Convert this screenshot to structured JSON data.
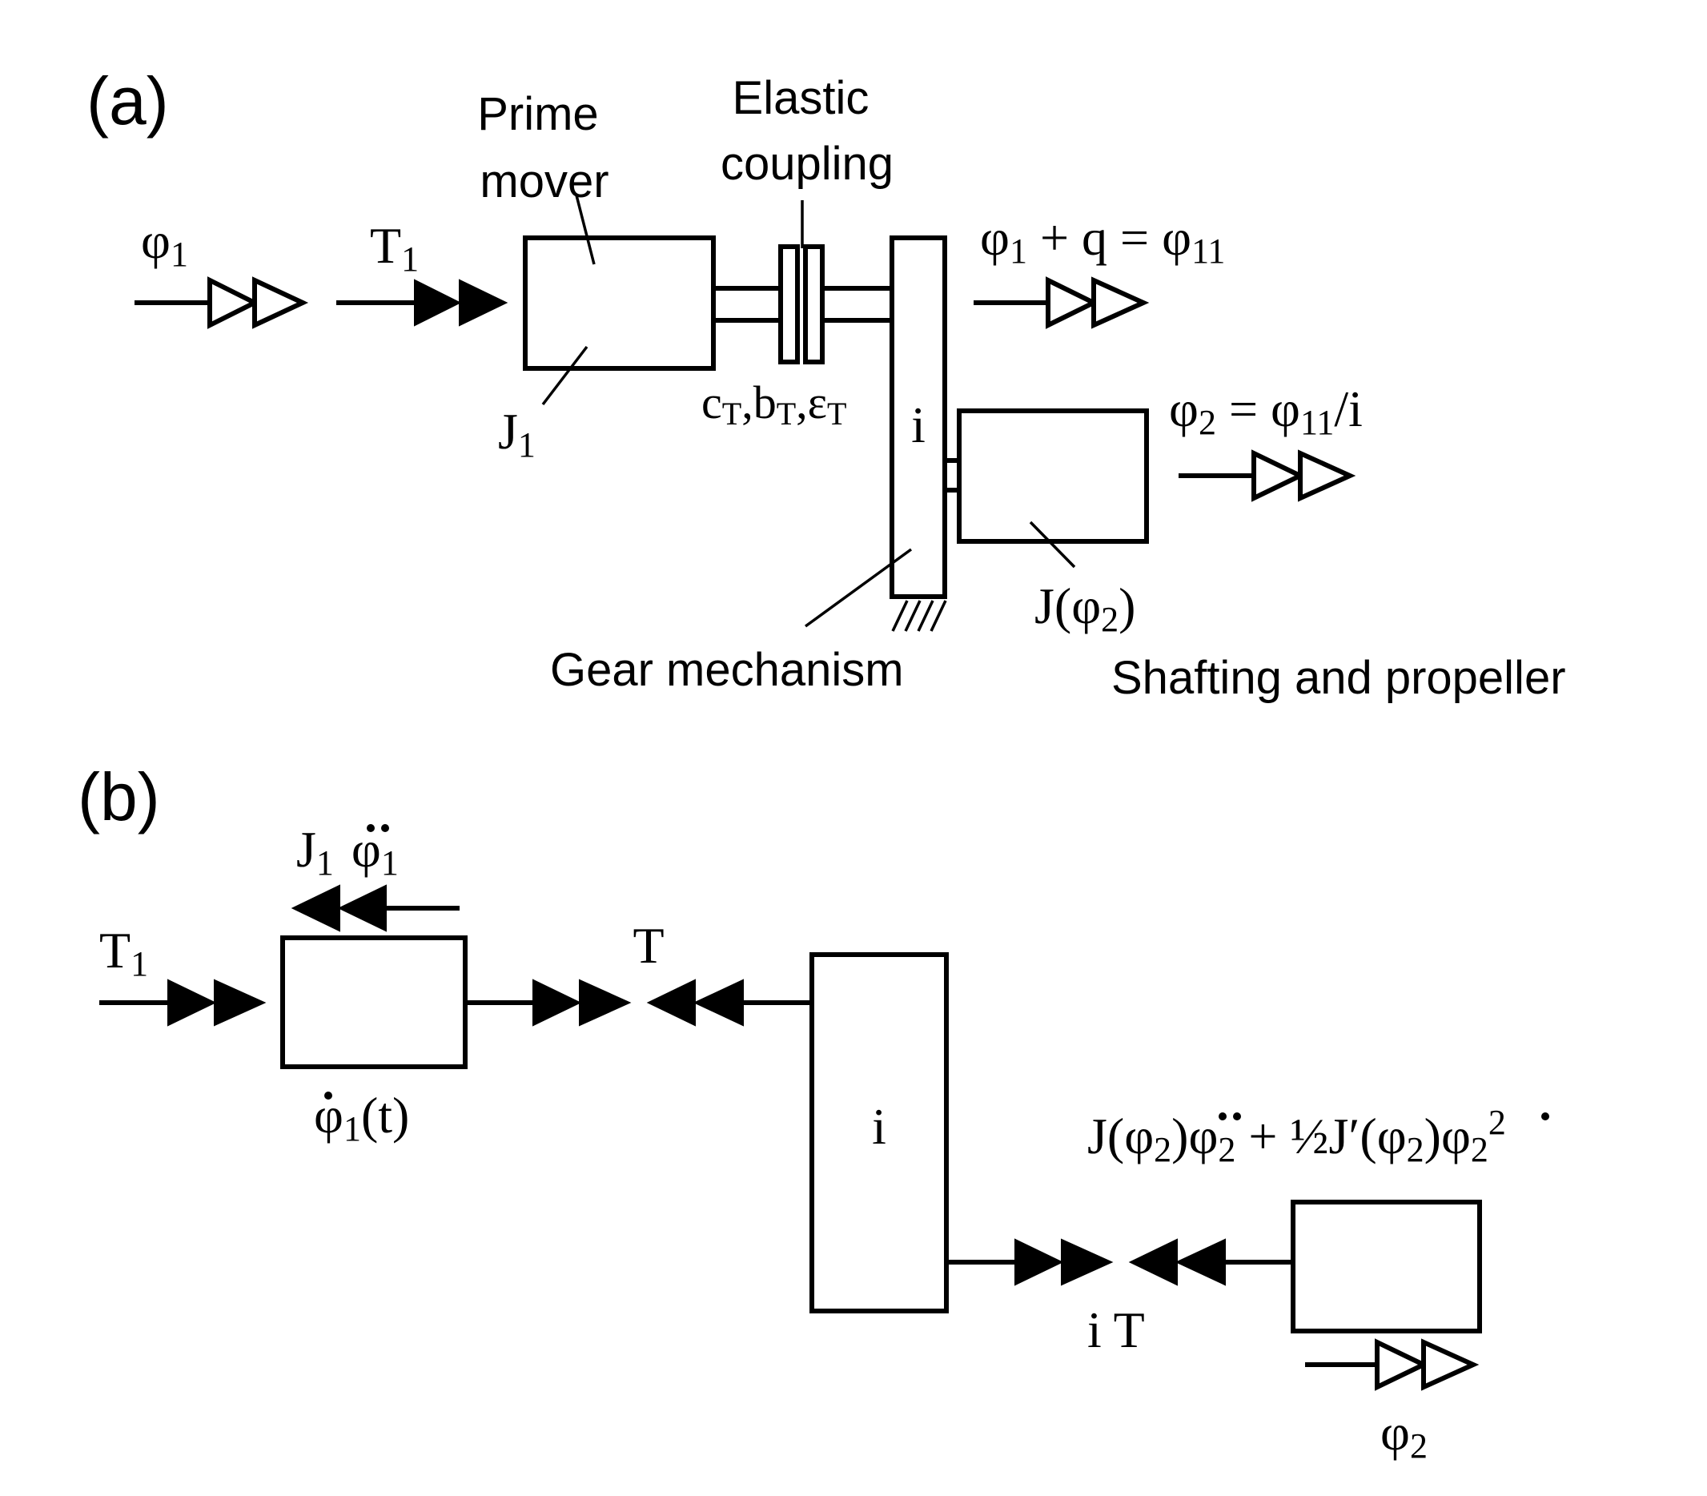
{
  "panel_a": {
    "label": "(a)",
    "prime_mover_label": [
      "Prime",
      "mover"
    ],
    "elastic_coupling_label": [
      "Elastic",
      "coupling"
    ],
    "phi1": "φ",
    "phi1_sub": "1",
    "t1": "T",
    "t1_sub": "1",
    "j1": "J",
    "j1_sub": "1",
    "coupling_params": {
      "c": "c",
      "b": "b",
      "eps": "ε",
      "sub": "T",
      "sep": ","
    },
    "gear_ratio": "i",
    "phi11_eq": {
      "a": "φ",
      "a_sub": "1",
      "mid": " + q = φ",
      "b_sub": "11"
    },
    "phi2_eq": {
      "a": "φ",
      "a_sub": "2",
      "mid": " = φ",
      "b_sub": "11",
      "tail": "/i"
    },
    "j_phi2": {
      "a": "J(φ",
      "sub": "2",
      "tail": ")"
    },
    "gear_mechanism_label": "Gear mechanism",
    "shafting_label": "Shafting and propeller"
  },
  "panel_b": {
    "label": "(b)",
    "j1_phi1dd": {
      "j": "J",
      "j_sub": "1",
      "phi": "φ",
      "phi_sub": "1"
    },
    "t1": "T",
    "t1_sub": "1",
    "t": "T",
    "phi1_dot_t": {
      "phi": "φ",
      "sub": "1",
      "tail": "(t)"
    },
    "gear_ratio": "i",
    "iT": "i T",
    "load_eq": {
      "p1": "J(",
      "phi_a": "φ",
      "sub_a": "2",
      "p2": ")",
      "phi_b": "φ",
      "sub_b": "2",
      "p3": " + ½J′(",
      "phi_c": "φ",
      "sub_c": "2",
      "p4": ")",
      "phi_d": "φ",
      "sub_d": "2",
      "sup_d": "2"
    },
    "phi2": "φ",
    "phi2_sub": "2"
  }
}
